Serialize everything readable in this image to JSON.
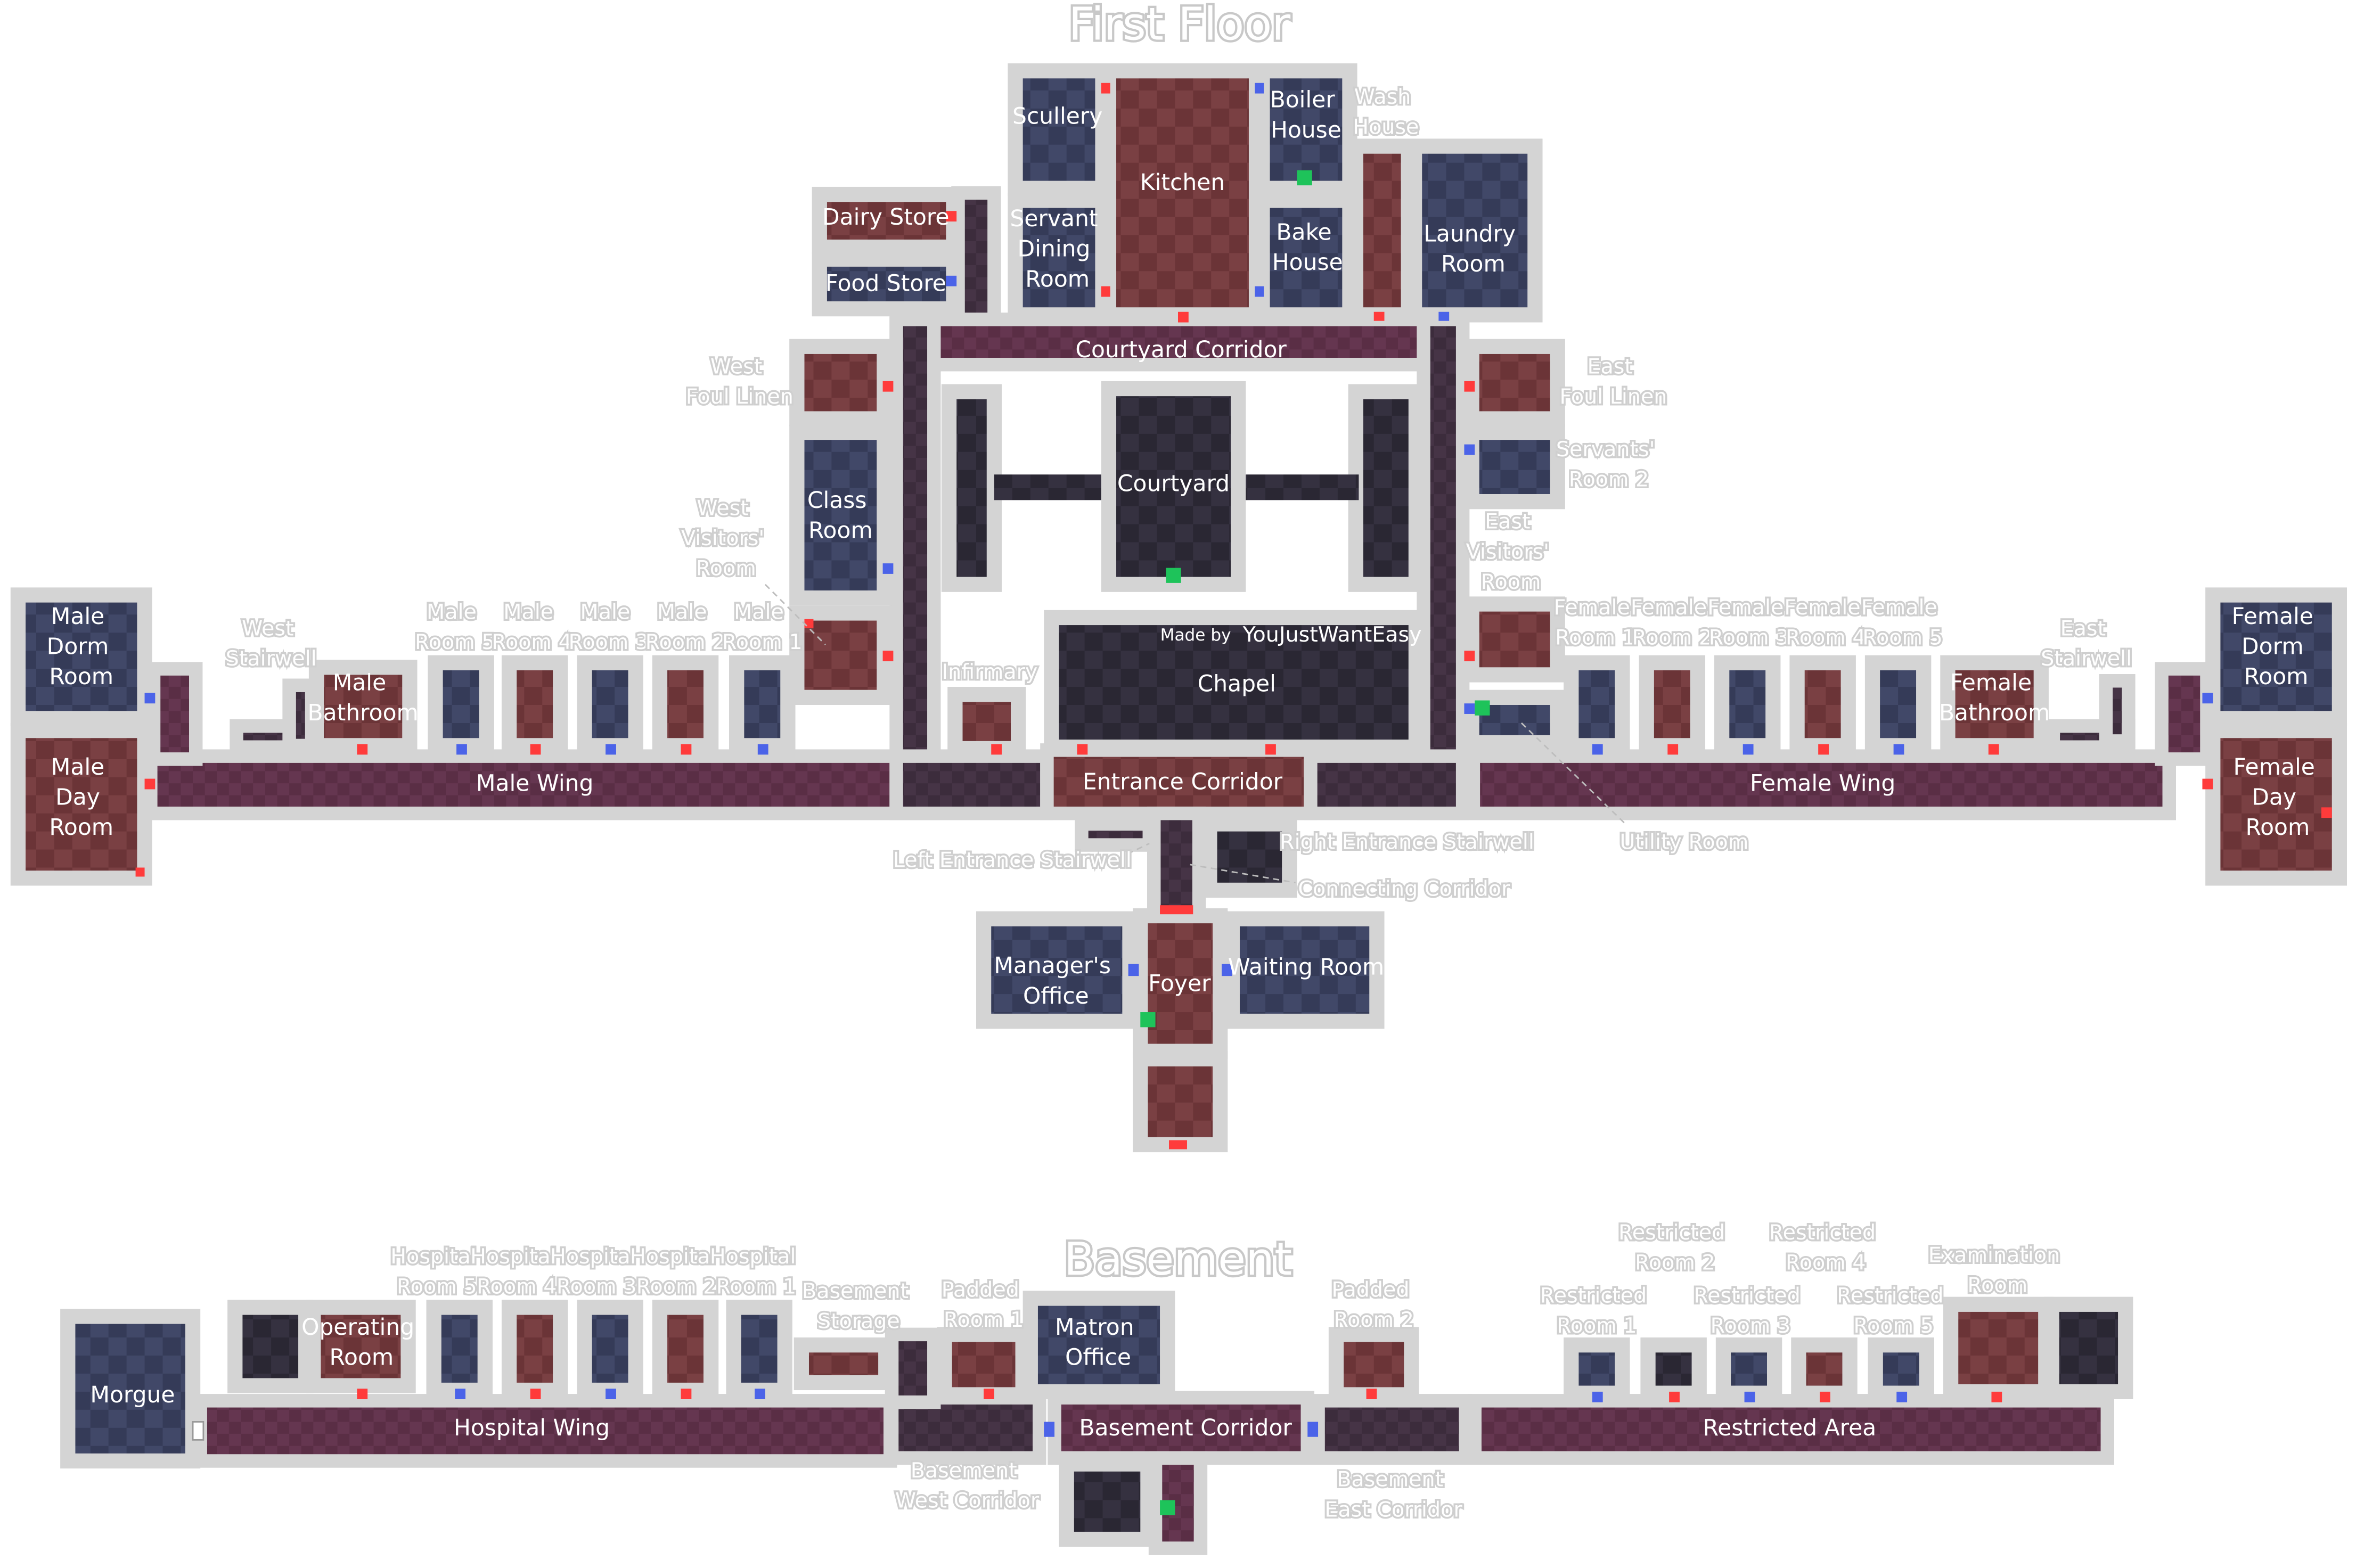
{
  "titles": {
    "first_floor": "First Floor",
    "basement": "Basement"
  },
  "credit": {
    "prefix": "Made by",
    "author": "YouJustWantEasy"
  },
  "colors": {
    "blue_room": "#353b58",
    "red_room": "#6b3437",
    "dark_room": "#2e2a37",
    "corridor": "#5a2e45",
    "dark_corridor": "#3c2c3c",
    "outline": "#d4d4d4",
    "door_red": "#ff3b3b",
    "door_blue": "#4b63e8",
    "marker_green": "#1ec35a"
  },
  "first_floor": {
    "room_labels": {
      "kitchen": "Kitchen",
      "scullery": "Scullery",
      "servant_dining": [
        "Servant",
        "Dining",
        "Room"
      ],
      "boiler_house": [
        "Boiler",
        "House"
      ],
      "bake_house": [
        "Bake",
        "House"
      ],
      "laundry_room": [
        "Laundry",
        "Room"
      ],
      "dairy_store": "Dairy Store",
      "food_store": "Food Store",
      "courtyard_corridor": "Courtyard Corridor",
      "courtyard": "Courtyard",
      "class_room": [
        "Class",
        "Room"
      ],
      "chapel": "Chapel",
      "entrance_corridor": "Entrance Corridor",
      "male_wing": "Male Wing",
      "female_wing": "Female Wing",
      "male_dorm": [
        "Male",
        "Dorm",
        "Room"
      ],
      "male_day": [
        "Male",
        "Day",
        "Room"
      ],
      "male_bathroom": [
        "Male",
        "Bathroom"
      ],
      "female_dorm": [
        "Female",
        "Dorm",
        "Room"
      ],
      "female_day": [
        "Female",
        "Day",
        "Room"
      ],
      "female_bathroom": [
        "Female",
        "Bathroom"
      ],
      "managers_office": [
        "Manager's",
        "Office"
      ],
      "foyer": "Foyer",
      "waiting_room": "Waiting Room"
    },
    "outside_labels": {
      "wash_house": [
        "Wash",
        "House"
      ],
      "west_foul_linen": [
        "West",
        "Foul Linen"
      ],
      "east_foul_linen": [
        "East",
        "Foul Linen"
      ],
      "servants_room_2": [
        "Servants'",
        "Room 2"
      ],
      "west_visitors": [
        "West",
        "Visitors'",
        "Room"
      ],
      "east_visitors": [
        "East",
        "Visitors'",
        "Room"
      ],
      "west_stairwell": [
        "West",
        "Stairwell"
      ],
      "east_stairwell": [
        "East",
        "Stairwell"
      ],
      "infirmary": "Infirmary",
      "male_room_5": [
        "Male",
        "Room 5"
      ],
      "male_room_4": [
        "Male",
        "Room 4"
      ],
      "male_room_3": [
        "Male",
        "Room 3"
      ],
      "male_room_2": [
        "Male",
        "Room 2"
      ],
      "male_room_1": [
        "Male",
        "Room 1"
      ],
      "female_room_1": [
        "Female",
        "Room 1"
      ],
      "female_room_2": [
        "Female",
        "Room 2"
      ],
      "female_room_3": [
        "Female",
        "Room 3"
      ],
      "female_room_4": [
        "Female",
        "Room 4"
      ],
      "female_room_5": [
        "Female",
        "Room 5"
      ],
      "left_entrance_stairwell": "Left Entrance Stairwell",
      "right_entrance_stairwell": "Right Entrance Stairwell",
      "connecting_corridor": "Connecting Corridor",
      "utility_room": "Utility Room"
    }
  },
  "basement": {
    "room_labels": {
      "morgue": "Morgue",
      "operating_room": [
        "Operating",
        "Room"
      ],
      "hospital_wing": "Hospital Wing",
      "matron_office": [
        "Matron",
        "Office"
      ],
      "basement_corridor": "Basement Corridor",
      "restricted_area": "Restricted Area"
    },
    "outside_labels": {
      "hospital_room_5": [
        "Hospital",
        "Room 5"
      ],
      "hospital_room_4": [
        "Hospital",
        "Room 4"
      ],
      "hospital_room_3": [
        "Hospital",
        "Room 3"
      ],
      "hospital_room_2": [
        "Hospital",
        "Room 2"
      ],
      "hospital_room_1": [
        "Hospital",
        "Room 1"
      ],
      "basement_storage": [
        "Basement",
        "Storage"
      ],
      "padded_room_1": [
        "Padded",
        "Room 1"
      ],
      "padded_room_2": [
        "Padded",
        "Room 2"
      ],
      "basement_west_corridor": [
        "Basement",
        "West Corridor"
      ],
      "basement_east_corridor": [
        "Basement",
        "East Corridor"
      ],
      "restricted_room_1": [
        "Restricted",
        "Room 1"
      ],
      "restricted_room_2": [
        "Restricted",
        "Room 2"
      ],
      "restricted_room_3": [
        "Restricted",
        "Room 3"
      ],
      "restricted_room_4": [
        "Restricted",
        "Room 4"
      ],
      "restricted_room_5": [
        "Restricted",
        "Room 5"
      ],
      "examination_room": [
        "Examination",
        "Room"
      ]
    }
  }
}
